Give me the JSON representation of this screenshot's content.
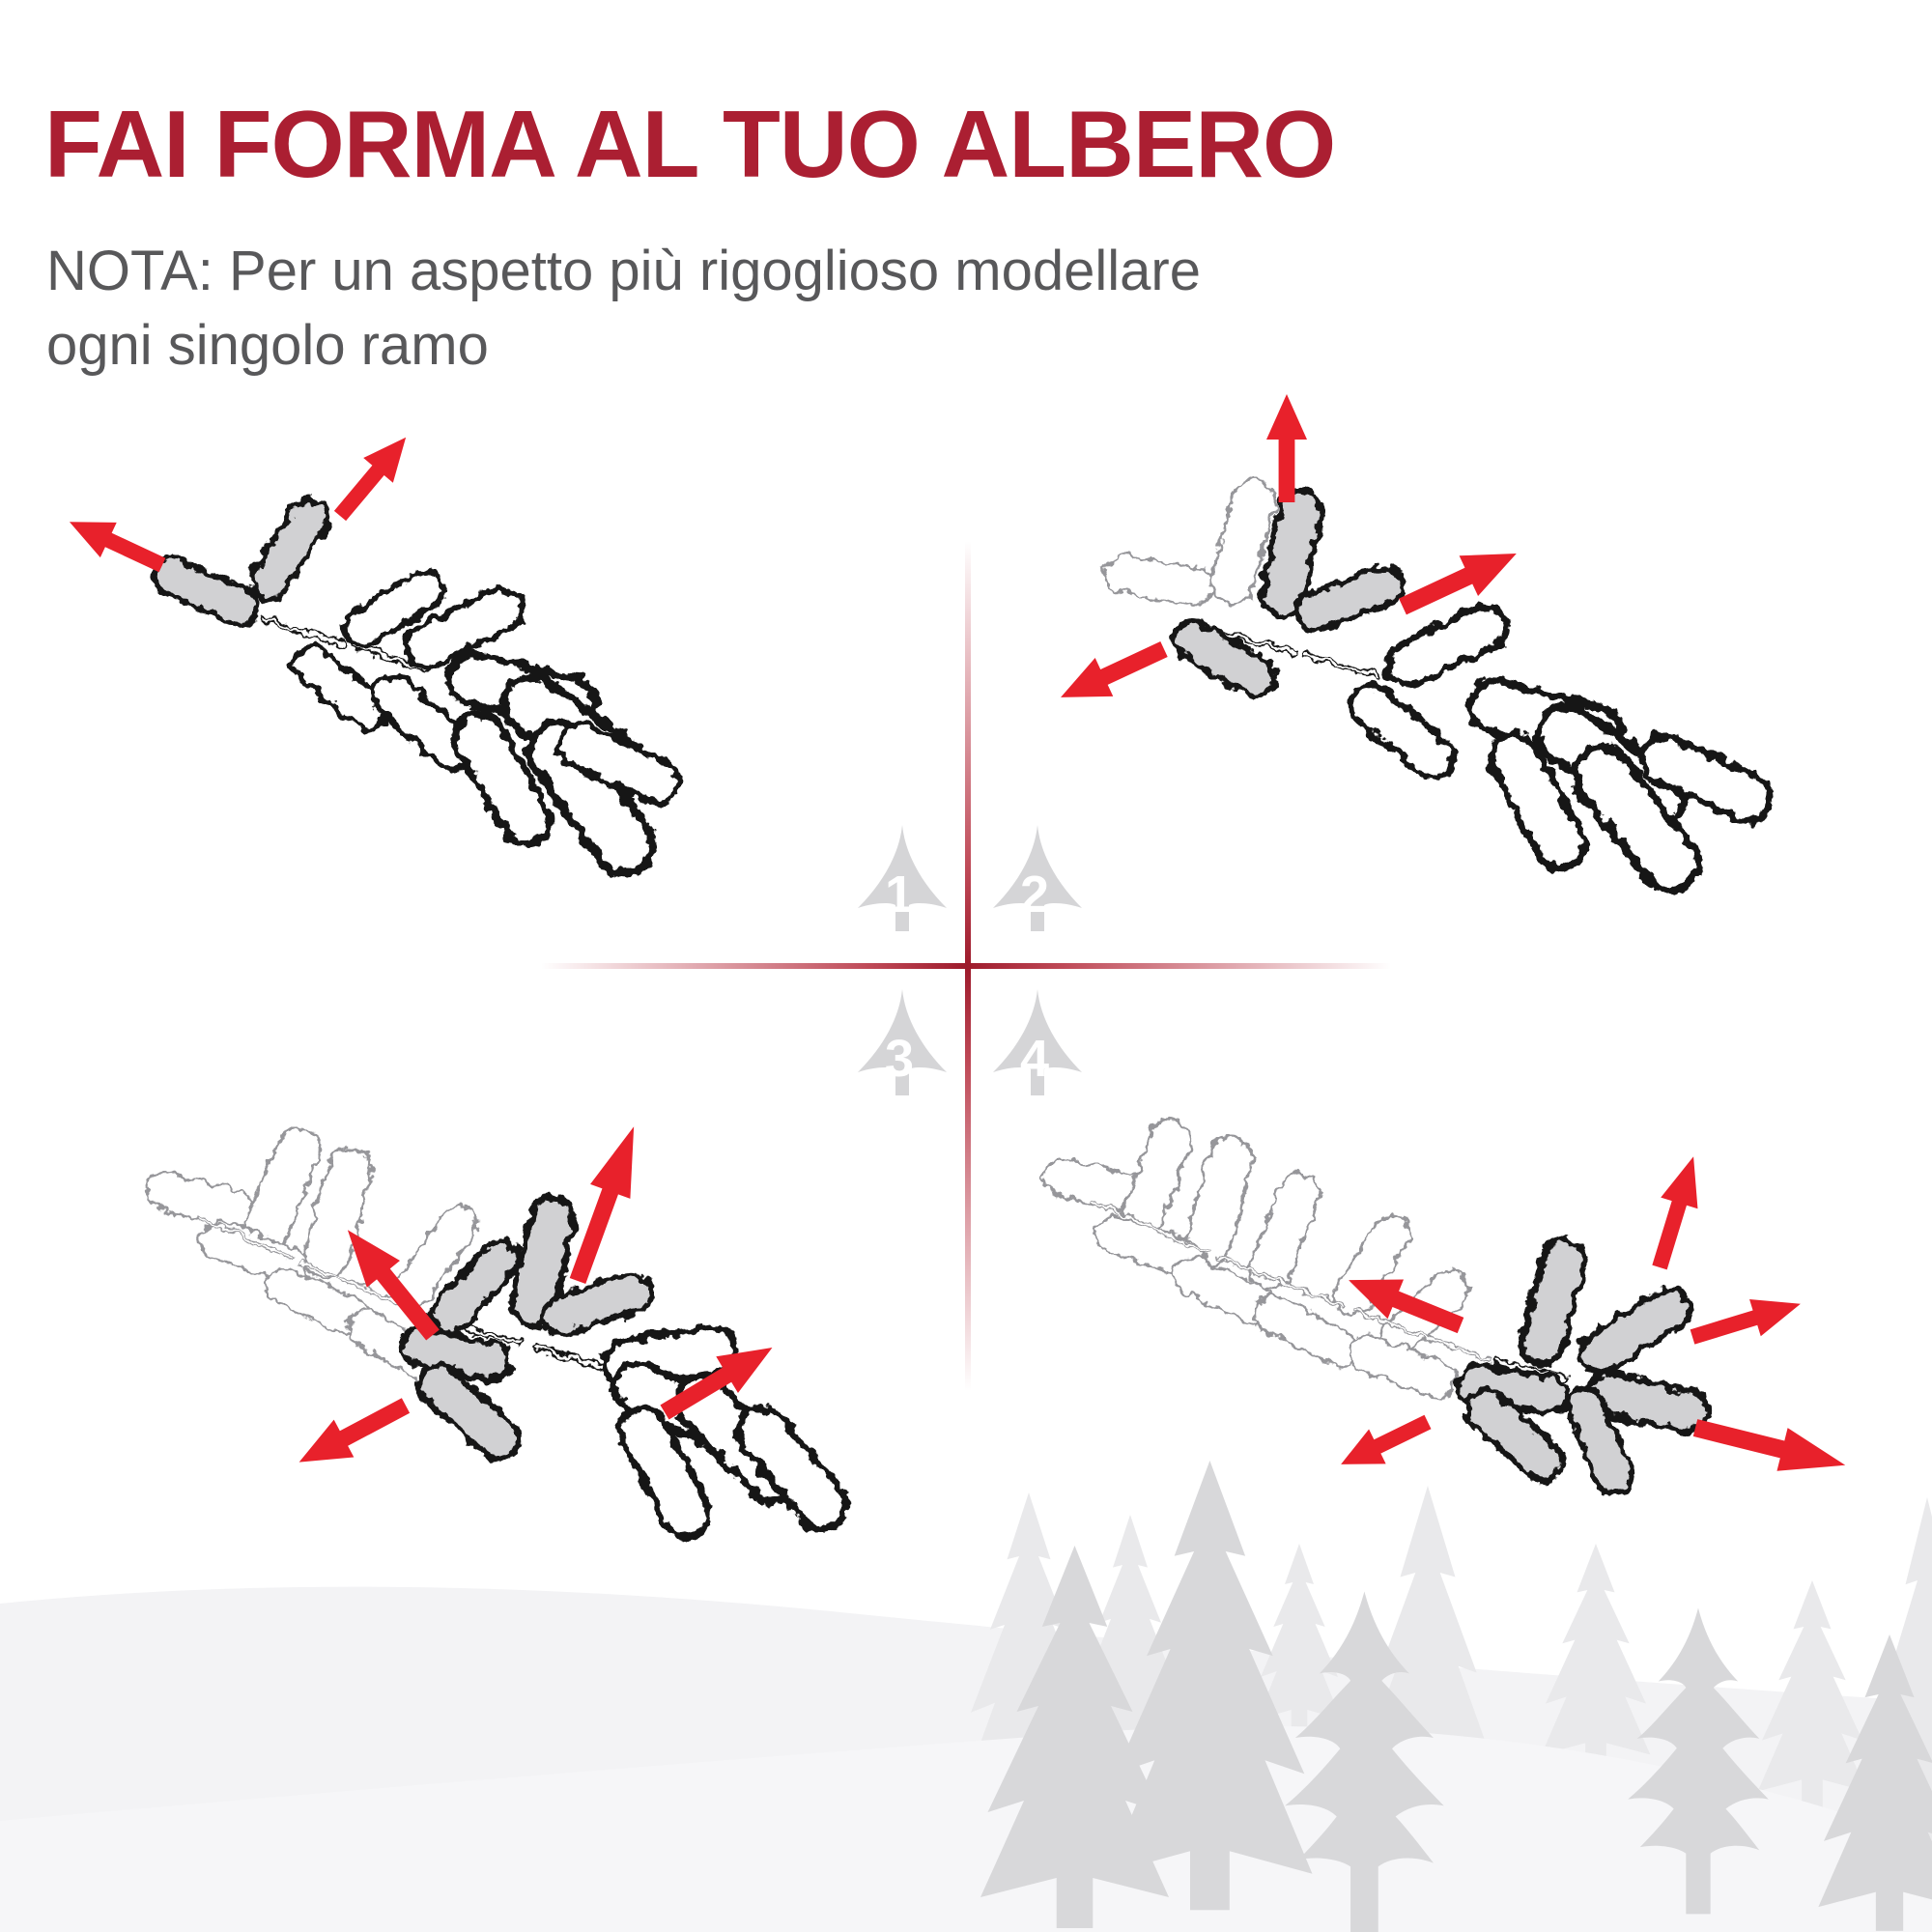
{
  "header": {
    "title": "FAI FORMA AL TUO ALBERO",
    "note_line1": "NOTA: Per un aspetto più rigoglioso modellare",
    "note_line2": "ogni singolo ramo"
  },
  "steps": [
    {
      "number": "1"
    },
    {
      "number": "2"
    },
    {
      "number": "3"
    },
    {
      "number": "4"
    }
  ],
  "colors": {
    "title": "#ab1f32",
    "note": "#58585a",
    "arrow": "#e8212b",
    "crosshair": "#b01f30",
    "gray": "#d1d1d3",
    "outline": "#161616",
    "ghost": "#96969a",
    "tree_icon": "#d5d5d7",
    "tree_back": "#e9e9eb",
    "tree_front": "#d8d8da",
    "hill_back": "#f3f3f5",
    "hill_front": "#f6f6f8"
  },
  "icons": {
    "arrow": "red-direction-arrow",
    "tree_marker": "numbered-pine-marker",
    "forest": "pine-forest-silhouette",
    "branch": "fuzzy-chenille-branch-sketch",
    "crosshair": "red-fading-crosshair-divider"
  }
}
